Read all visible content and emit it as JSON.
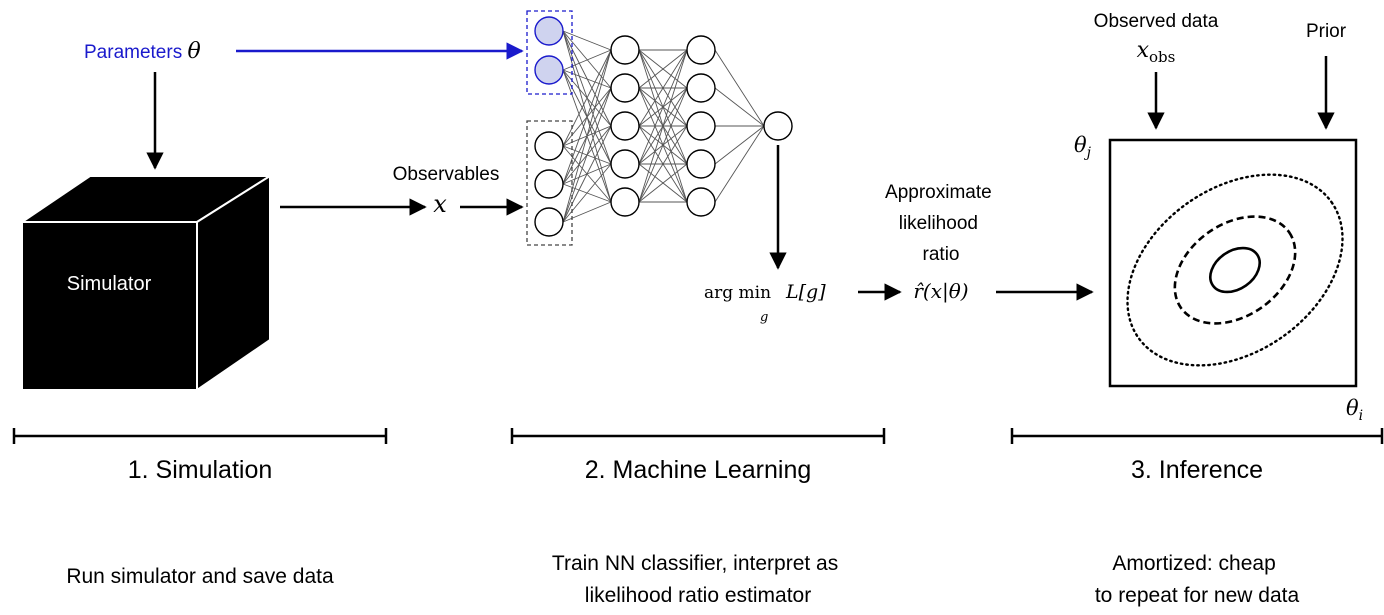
{
  "colors": {
    "parameters": "#1a1acc",
    "input_node_fill": "#cfd3ef",
    "simulator_box": "#000000",
    "line": "#000000"
  },
  "simulation": {
    "parameters_label": "Parameters",
    "parameters_symbol": "θ",
    "simulator_label": "Simulator",
    "observables_label": "Observables",
    "observables_symbol": "x"
  },
  "ml": {
    "loss_prefix": "arg min",
    "loss_sub": "g",
    "loss_body": "L[g]",
    "ratio_label_lines": [
      "Approximate",
      "likelihood",
      "ratio"
    ],
    "ratio_symbol": "r̂(x|θ)"
  },
  "inference": {
    "observed_label": "Observed data",
    "observed_symbol": "x",
    "observed_sub": "obs",
    "prior_label": "Prior",
    "theta_j": "θ",
    "theta_j_sub": "j",
    "theta_i": "θ",
    "theta_i_sub": "i"
  },
  "stages": [
    {
      "title": "1. Simulation",
      "lines": [
        "Run simulator and save data"
      ]
    },
    {
      "title": "2. Machine Learning",
      "lines": [
        "Train NN classifier, interpret as",
        "likelihood ratio estimator"
      ]
    },
    {
      "title": "3. Inference",
      "lines": [
        "Amortized: cheap",
        "to repeat for new data"
      ]
    }
  ]
}
